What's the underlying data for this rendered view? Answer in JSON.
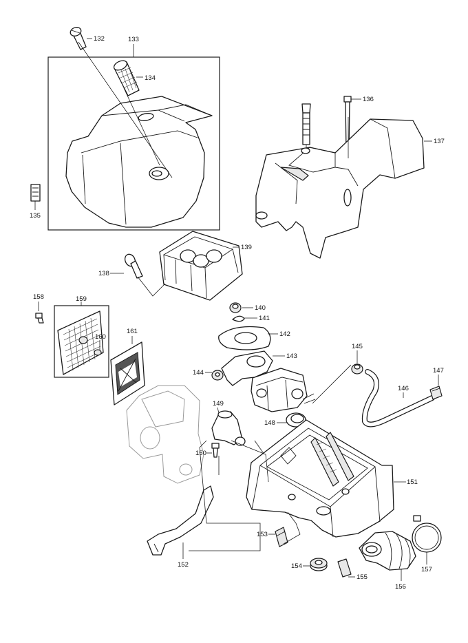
{
  "diagram": {
    "callouts": [
      {
        "id": "c132",
        "label": "132"
      },
      {
        "id": "c133",
        "label": "133"
      },
      {
        "id": "c134",
        "label": "134"
      },
      {
        "id": "c135",
        "label": "135"
      },
      {
        "id": "c136",
        "label": "136"
      },
      {
        "id": "c137",
        "label": "137"
      },
      {
        "id": "c138",
        "label": "138"
      },
      {
        "id": "c139",
        "label": "139"
      },
      {
        "id": "c140",
        "label": "140"
      },
      {
        "id": "c141",
        "label": "141"
      },
      {
        "id": "c142",
        "label": "142"
      },
      {
        "id": "c143",
        "label": "143"
      },
      {
        "id": "c144",
        "label": "144"
      },
      {
        "id": "c145",
        "label": "145"
      },
      {
        "id": "c146",
        "label": "146"
      },
      {
        "id": "c147",
        "label": "147"
      },
      {
        "id": "c148",
        "label": "148"
      },
      {
        "id": "c149",
        "label": "149"
      },
      {
        "id": "c150",
        "label": "150"
      },
      {
        "id": "c151",
        "label": "151"
      },
      {
        "id": "c152",
        "label": "152"
      },
      {
        "id": "c153",
        "label": "153"
      },
      {
        "id": "c154",
        "label": "154"
      },
      {
        "id": "c155",
        "label": "155"
      },
      {
        "id": "c156",
        "label": "156"
      },
      {
        "id": "c157",
        "label": "157"
      },
      {
        "id": "c158",
        "label": "158"
      },
      {
        "id": "c159",
        "label": "159"
      },
      {
        "id": "c160",
        "label": "160"
      },
      {
        "id": "c161",
        "label": "161"
      }
    ]
  }
}
